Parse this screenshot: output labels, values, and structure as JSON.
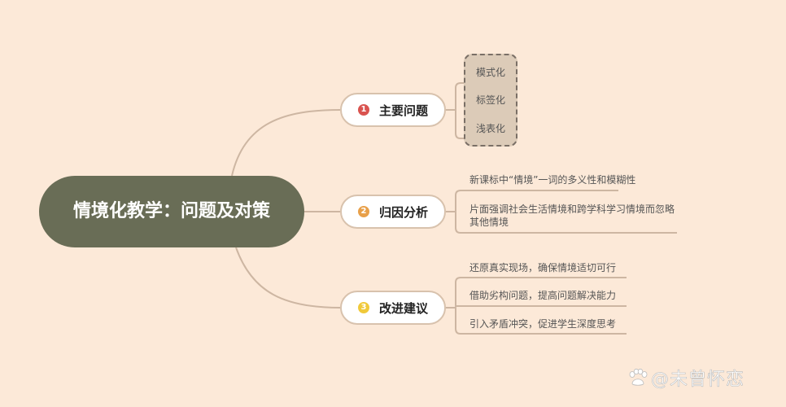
{
  "root": {
    "title": "情境化教学：问题及对策"
  },
  "branches": [
    {
      "number": "1",
      "label": "主要问题",
      "color": "#d9534f",
      "children": [
        "模式化",
        "标签化",
        "浅表化"
      ]
    },
    {
      "number": "2",
      "label": "归因分析",
      "color": "#e8a04a",
      "children": [
        "新课标中“情境”一词的多义性和模糊性",
        "片面强调社会生活情境和跨学科学习情境而忽略其他情境"
      ]
    },
    {
      "number": "3",
      "label": "改进建议",
      "color": "#f0c93a",
      "children": [
        "还原真实现场，确保情境适切可行",
        "借助劣构问题，提高问题解决能力",
        "引入矛盾冲突，促进学生深度思考"
      ]
    }
  ],
  "watermark": {
    "text": "@未曾怀恋",
    "icon": "baidu-paw-icon"
  },
  "colors": {
    "background": "#fce9d8",
    "root": "#696d56",
    "connector": "#d3b9a3"
  }
}
